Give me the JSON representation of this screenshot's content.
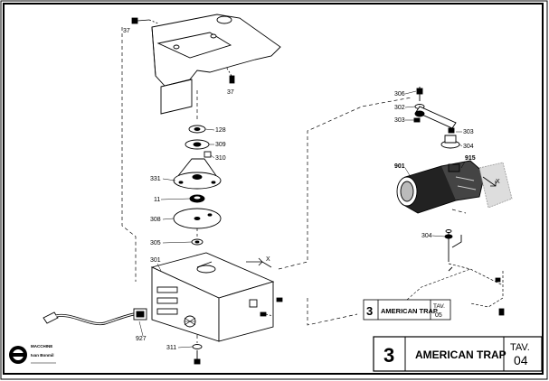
{
  "parts": {
    "p37a": "37",
    "p37b": "37",
    "p128": "128",
    "p309": "309",
    "p310": "310",
    "p331": "331",
    "p11": "11",
    "p308": "308",
    "p305": "305",
    "p301": "301",
    "p927": "927",
    "p311": "311",
    "p306": "306",
    "p302": "302",
    "p303a": "303",
    "p303b": "303",
    "p304a": "304",
    "p901": "901",
    "p915": "915",
    "p304b": "304",
    "axis_x1": "X",
    "axis_x2": "X"
  },
  "reference_box": {
    "number": "3",
    "title": "AMERICAN TRAP",
    "tav_label": "TAV.",
    "tav_number": "05"
  },
  "title_block": {
    "number": "3",
    "title": "AMERICAN TRAP",
    "tav_label": "TAV.",
    "tav_number": "04"
  },
  "logo": {
    "line1": "MACCHINE",
    "line2": "Ivan Bonmil"
  }
}
